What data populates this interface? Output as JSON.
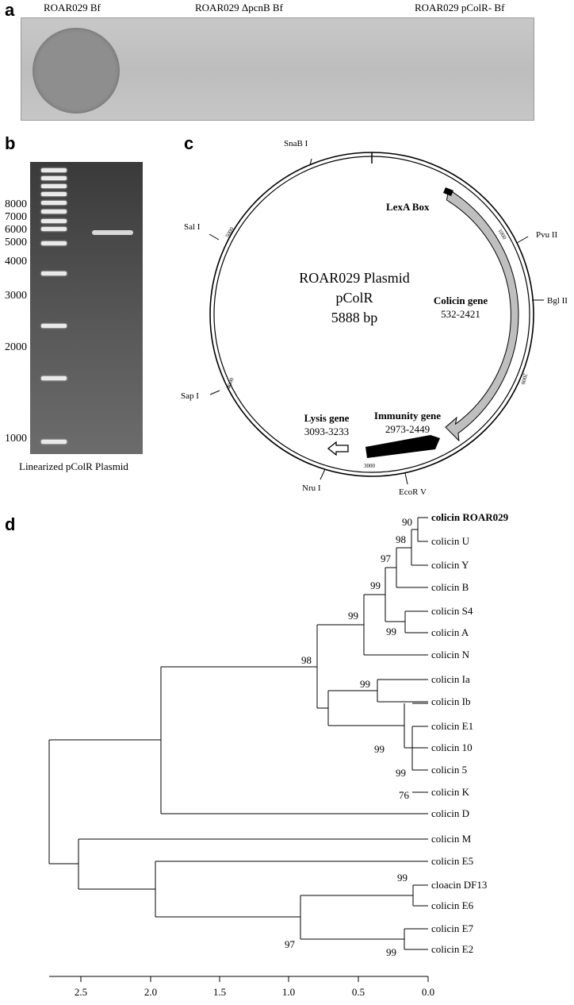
{
  "panels": {
    "a": "a",
    "b": "b",
    "c": "c",
    "d": "d"
  },
  "plate": {
    "labels": [
      "ROAR029 Bf",
      "ROAR029 ΔpcnB Bf",
      "ROAR029 pColR- Bf"
    ]
  },
  "gel": {
    "caption": "Linearized pColR Plasmid",
    "ladder_sizes": [
      "8000",
      "7000",
      "6000",
      "5000",
      "4000",
      "3000",
      "2000",
      "1000"
    ]
  },
  "plasmid": {
    "title": "ROAR029 Plasmid",
    "name": "pColR",
    "size": "5888 bp",
    "restriction_sites": [
      "SnaB I",
      "Pvu II",
      "Bgl II",
      "EcoR V",
      "Nru I",
      "Sap I",
      "Sal I"
    ],
    "ticks": [
      "1000",
      "2000",
      "3000",
      "4000",
      "5000"
    ],
    "features": [
      {
        "name": "LexA Box",
        "range": ""
      },
      {
        "name": "Colicin gene",
        "range": "532-2421"
      },
      {
        "name": "Immunity gene",
        "range": "2973-2449"
      },
      {
        "name": "Lysis gene",
        "range": "3093-3233"
      }
    ]
  },
  "tree": {
    "leaves": [
      "colicin ROAR029",
      "colicin U",
      "colicin Y",
      "colicin B",
      "colicin S4",
      "colicin A",
      "colicin N",
      "colicin Ia",
      "colicin Ib",
      "colicin E1",
      "colicin 10",
      "colicin 5",
      "colicin K",
      "colicin D",
      "colicin M",
      "colicin E5",
      "cloacin DF13",
      "colicin E6",
      "colicin E7",
      "colicin E2"
    ],
    "bootstrap": [
      "90",
      "98",
      "97",
      "99",
      "99",
      "99",
      "98",
      "99",
      "99",
      "99",
      "76",
      "99",
      "97"
    ],
    "axis_ticks": [
      "2.5",
      "2.0",
      "1.5",
      "1.0",
      "0.5",
      "0.0"
    ]
  }
}
